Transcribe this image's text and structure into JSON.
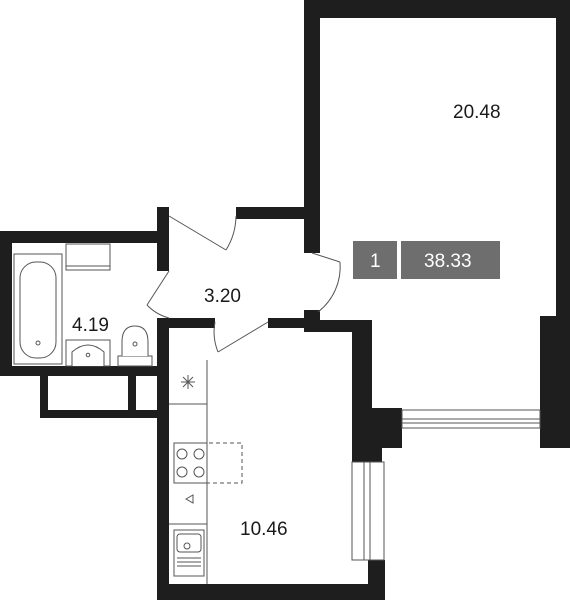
{
  "rooms": {
    "living_room_area": "20.48",
    "hallway_area": "3.20",
    "bathroom_area": "4.19",
    "kitchen_area": "10.46"
  },
  "apartment_badge": {
    "rooms_count": "1",
    "total_area": "38.33",
    "badge_color": "#6e6e6e"
  },
  "colors": {
    "wall": "#1e1e1e",
    "line": "#555555",
    "background": "#ffffff"
  }
}
